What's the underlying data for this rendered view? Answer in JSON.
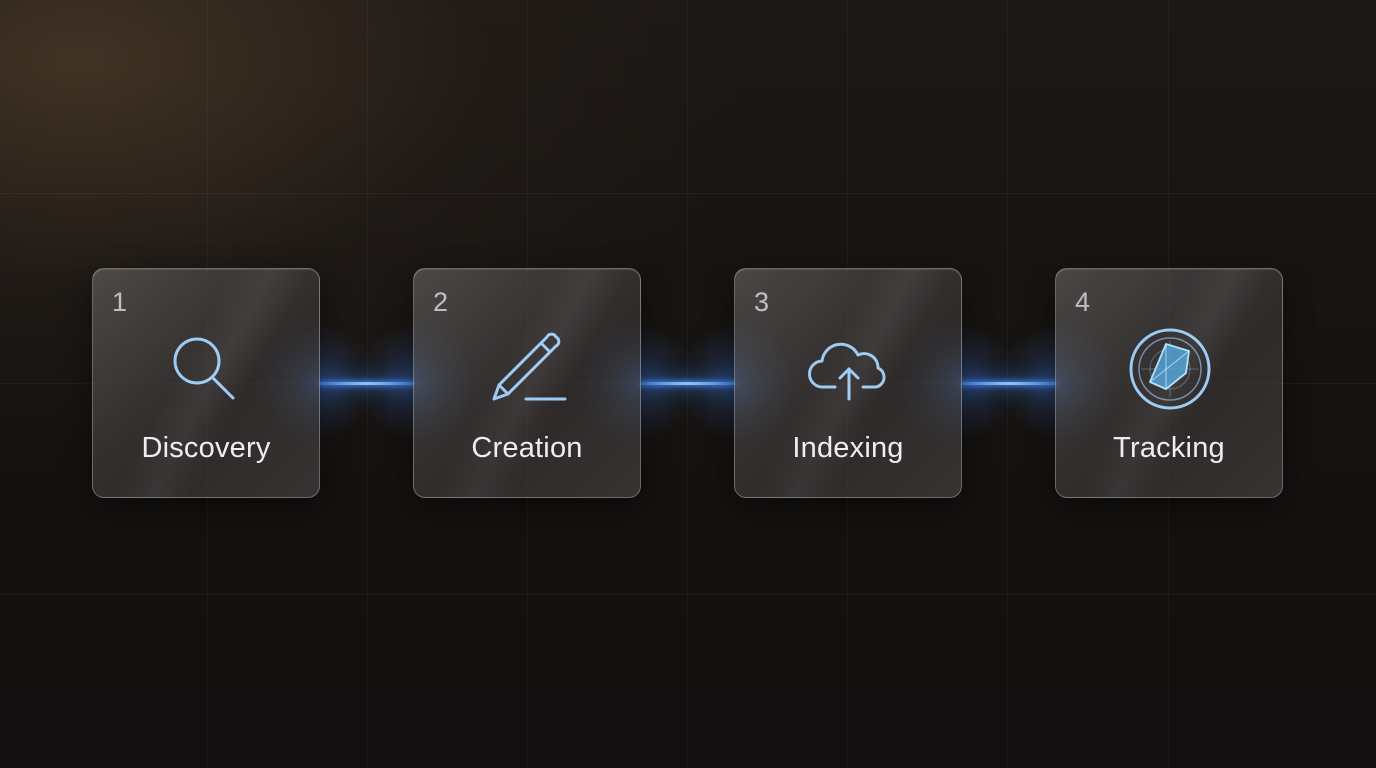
{
  "accent_color": "#9ccaf6",
  "connector_color": "#5a9cf5",
  "steps": [
    {
      "number": "1",
      "label": "Discovery",
      "icon": "search-icon"
    },
    {
      "number": "2",
      "label": "Creation",
      "icon": "pencil-icon"
    },
    {
      "number": "3",
      "label": "Indexing",
      "icon": "cloud-upload-icon"
    },
    {
      "number": "4",
      "label": "Tracking",
      "icon": "radar-chart-icon"
    }
  ]
}
